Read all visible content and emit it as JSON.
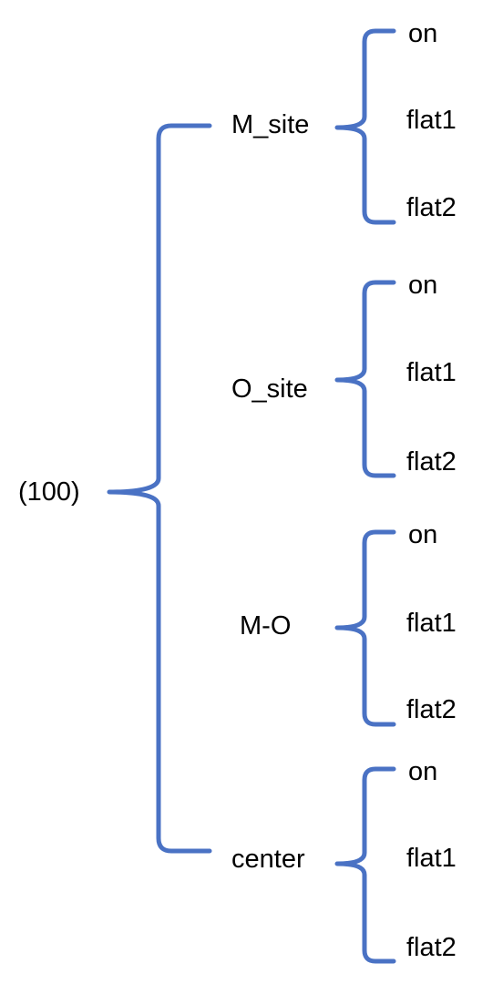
{
  "root": {
    "label": "(100)"
  },
  "branches": [
    {
      "label": "M_site",
      "children": [
        "on",
        "flat1",
        "flat2"
      ]
    },
    {
      "label": "O_site",
      "children": [
        "on",
        "flat1",
        "flat2"
      ]
    },
    {
      "label": "M-O",
      "children": [
        "on",
        "flat1",
        "flat2"
      ]
    },
    {
      "label": "center",
      "children": [
        "on",
        "flat1",
        "flat2"
      ]
    }
  ],
  "colors": {
    "bracket": "#4a72c4",
    "text": "#000000"
  }
}
